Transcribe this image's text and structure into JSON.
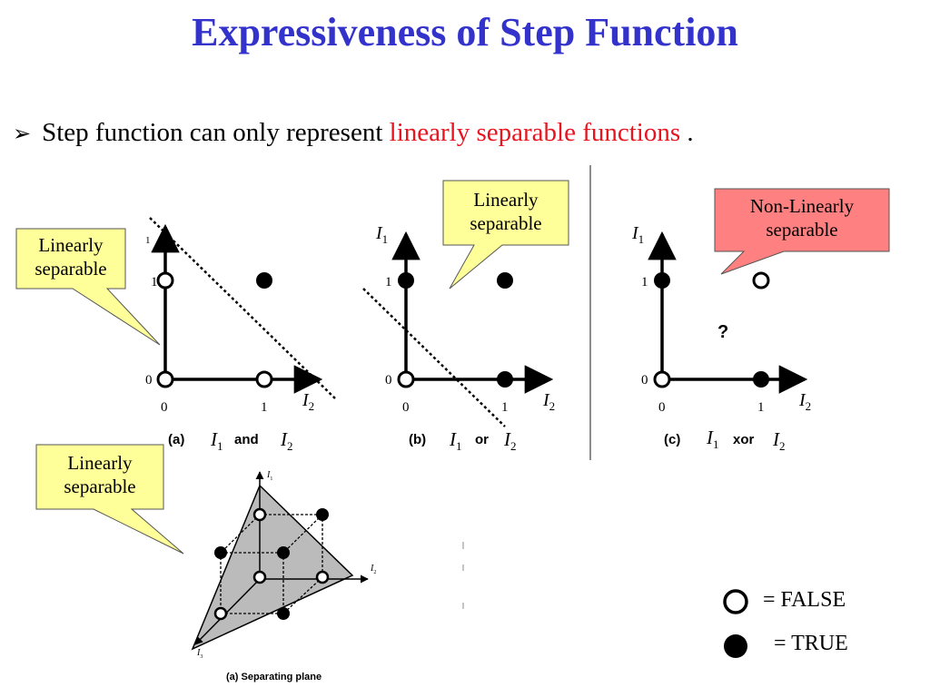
{
  "slide": {
    "title": "Expressiveness of Step Function",
    "bullet_marker": "➢",
    "bullet_plain": "Step function  can only represent ",
    "bullet_highlight": "linearly separable functions",
    "bullet_end": " ."
  },
  "callouts": {
    "a": {
      "line1": "Linearly",
      "line2": "separable",
      "fill": "#ffff99"
    },
    "b": {
      "line1": "Linearly",
      "line2": "separable",
      "fill": "#ffff99"
    },
    "c": {
      "line1": "Non-Linearly",
      "line2": "separable",
      "fill": "#ff8080"
    },
    "d": {
      "line1": "Linearly",
      "line2": "separable",
      "fill": "#ffff99"
    }
  },
  "plots": {
    "a": {
      "y_axis": "I",
      "y_sub": "1",
      "x_axis": "I",
      "x_sub": "2",
      "tick0": "0",
      "tick1": "1",
      "caption_letter": "(a)",
      "caption_op": "and"
    },
    "b": {
      "y_axis": "I",
      "y_sub": "1",
      "x_axis": "I",
      "x_sub": "2",
      "tick0": "0",
      "tick1": "1",
      "caption_letter": "(b)",
      "caption_op": "or"
    },
    "c": {
      "y_axis": "I",
      "y_sub": "1",
      "x_axis": "I",
      "x_sub": "2",
      "tick0": "0",
      "tick1": "1",
      "caption_letter": "(c)",
      "caption_op": "xor",
      "question": "?"
    },
    "3d": {
      "x_axis": "I",
      "x_sub": "1",
      "y_axis": "I",
      "y_sub": "2",
      "z_axis": "I",
      "z_sub": "3",
      "caption": "(a) Separating plane"
    }
  },
  "legend": {
    "false_label": "= FALSE",
    "true_label": "= TRUE"
  },
  "colors": {
    "title": "#3333cc",
    "highlight": "#e8141e",
    "plane": "#bbbbbb"
  }
}
